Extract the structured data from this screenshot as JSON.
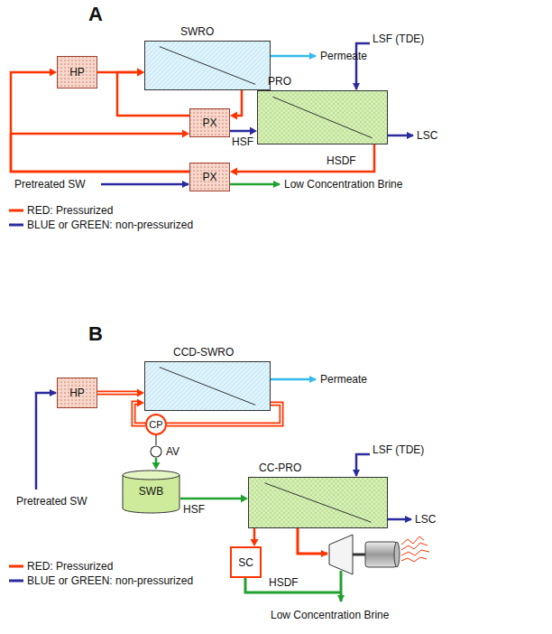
{
  "diagram": {
    "nodes": [
      {
        "text": [
          "HP"
        ]
      },
      {
        "text": [
          "SWRO"
        ]
      },
      {
        "text": [
          "PX"
        ]
      },
      {
        "text": [
          "PRO"
        ]
      },
      {
        "text": [
          "PX"
        ]
      },
      {
        "text": [
          "HP"
        ]
      },
      {
        "text": [
          "CCD-SWRO"
        ]
      },
      {
        "text": [
          "CP"
        ]
      },
      {
        "text": [
          "AV"
        ]
      },
      {
        "text": [
          "SWB"
        ]
      },
      {
        "text": [
          "CC-PRO"
        ]
      },
      {
        "text": [
          "SC"
        ]
      }
    ],
    "edges": [
      {
        "from": 0,
        "to": 1,
        "arrow": "to"
      },
      {
        "from": 1,
        "to": 2,
        "arrow": "to"
      },
      {
        "from": 2,
        "to": 1,
        "arrow": "to"
      },
      {
        "from": 2,
        "to": 3,
        "arrow": "to"
      },
      {
        "from": 3,
        "to": 4,
        "arrow": "to"
      },
      {
        "from": 4,
        "to": 0,
        "arrow": "to"
      },
      {
        "from": 4,
        "to": 2,
        "arrow": "to"
      },
      {
        "from": 5,
        "to": 6,
        "arrow": "to"
      },
      {
        "from": 6,
        "to": 7,
        "arrow": "none"
      },
      {
        "from": 7,
        "to": 6,
        "arrow": "to"
      },
      {
        "from": 7,
        "to": 8,
        "arrow": "none"
      },
      {
        "from": 8,
        "to": 9,
        "arrow": "to"
      },
      {
        "from": 9,
        "to": 10,
        "arrow": "to"
      },
      {
        "from": 10,
        "to": 11,
        "arrow": "to"
      }
    ],
    "labels": [
      "A",
      "Permeate",
      "LSF (TDE)",
      "HSF",
      "LSC",
      "HSDF",
      "Pretreated SW",
      "Low Concentration Brine",
      "B",
      "Permeate",
      "LSF (TDE)",
      "HSF",
      "LSC",
      "HSDF",
      "Pretreated SW",
      "Low Concentration Brine"
    ],
    "legend": [
      {
        "text": "RED: Pressurized",
        "color": "#ff3300"
      },
      {
        "text": "BLUE or GREEN: non-pressurized",
        "color": "#2b2b9e"
      },
      {
        "text": "RED: Pressurized",
        "color": "#ff3300"
      },
      {
        "text": "BLUE or GREEN: non-pressurized",
        "color": "#2b2b9e"
      }
    ]
  }
}
